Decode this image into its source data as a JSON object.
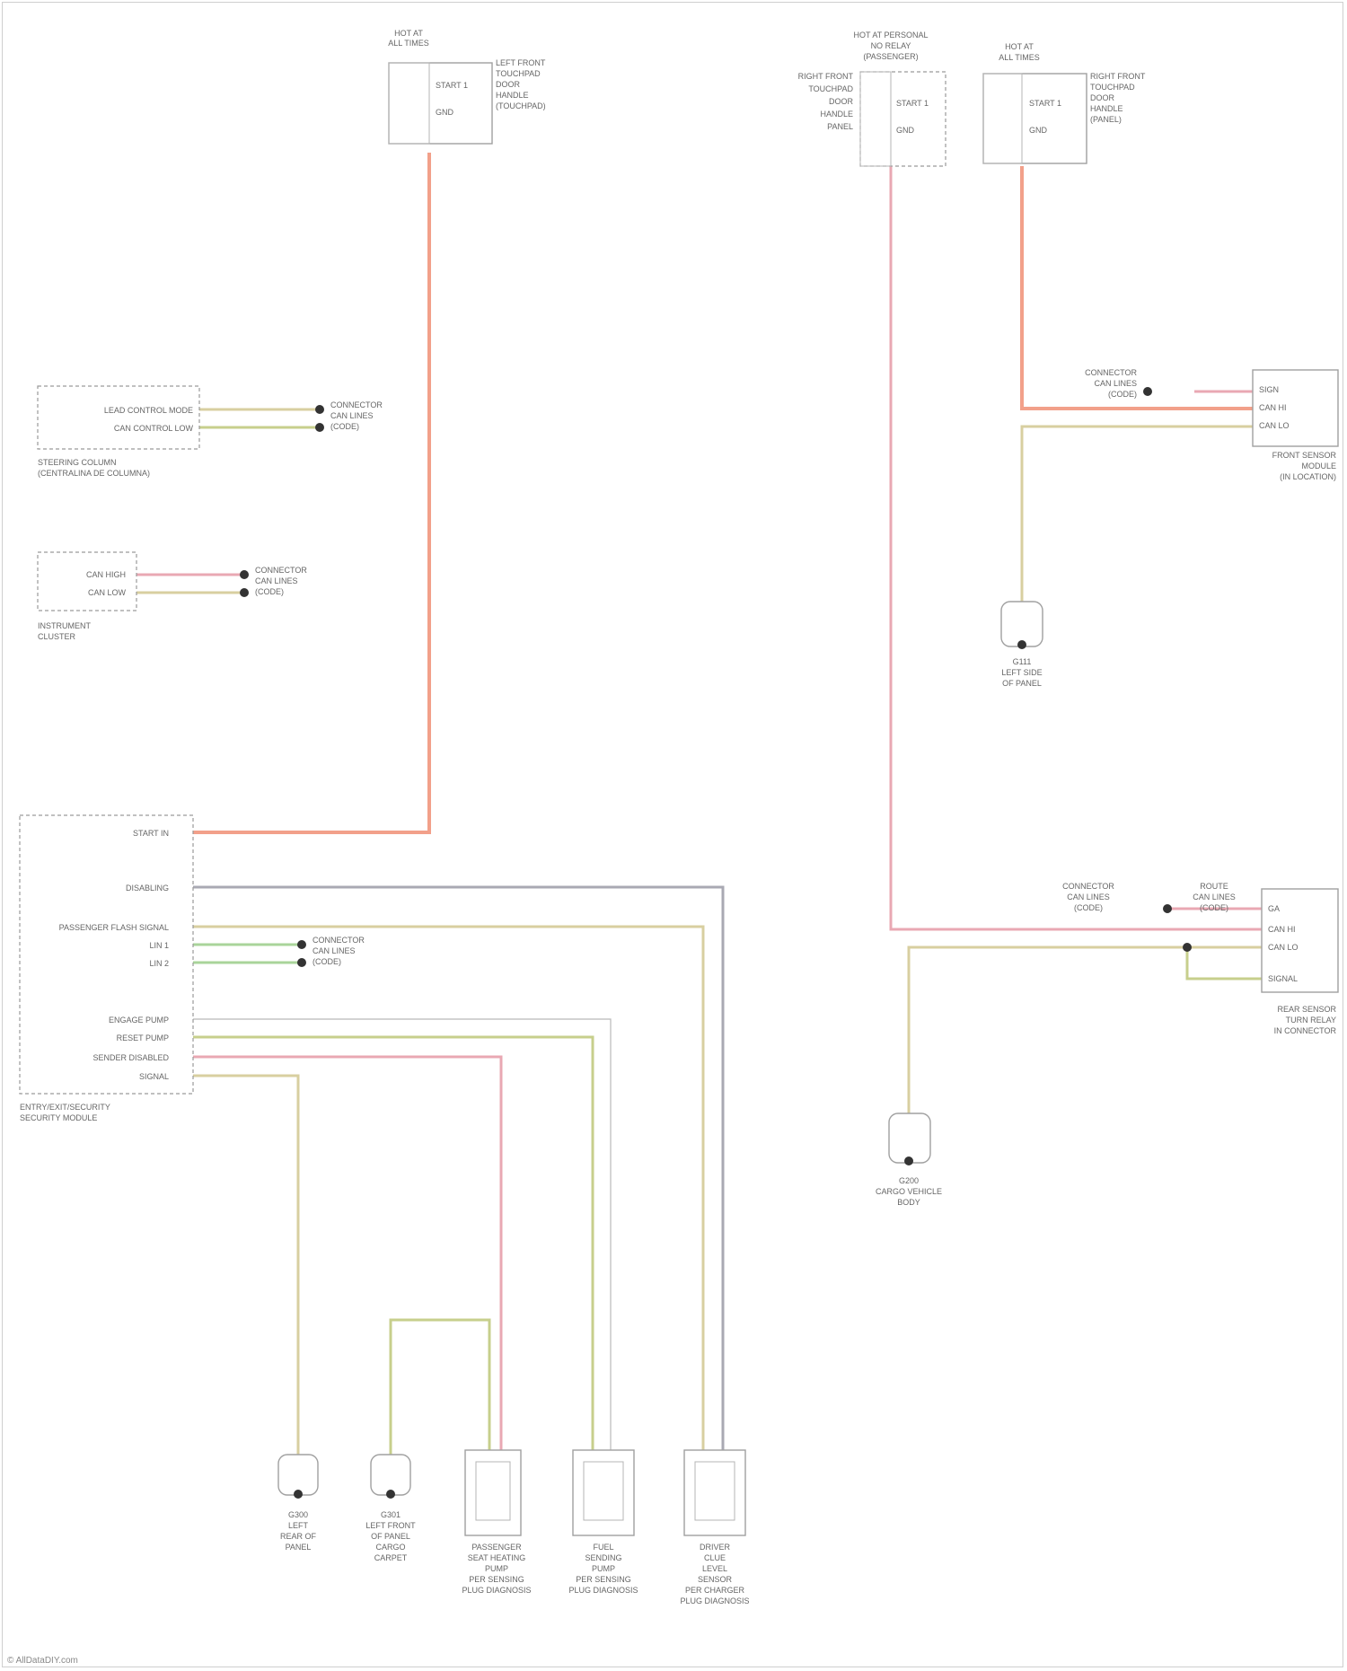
{
  "diagram": {
    "title": "",
    "watermark": "© AllDataDIY.com",
    "components": {
      "lf_door_handle": {
        "header": [
          "HOT AT",
          "ALL TIMES"
        ],
        "pins": [
          "START 1",
          "GND"
        ],
        "label": [
          "LEFT FRONT",
          "TOUCHPAD",
          "DOOR",
          "HANDLE",
          "(TOUCHPAD)"
        ]
      },
      "rf_door_handle_passenger": {
        "header": [
          "HOT AT PERSONAL",
          "NO RELAY",
          "(PASSENGER)"
        ],
        "side": [
          "RIGHT FRONT",
          "TOUCHPAD",
          "DOOR",
          "HANDLE",
          "PANEL"
        ],
        "pins": [
          "START 1",
          "GND"
        ]
      },
      "rf_door_handle": {
        "header": [
          "HOT AT",
          "ALL TIMES"
        ],
        "pins": [
          "START 1",
          "GND"
        ],
        "label": [
          "RIGHT FRONT",
          "TOUCHPAD",
          "DOOR",
          "HANDLE",
          "(PANEL)"
        ]
      },
      "steering_column": {
        "pins": [
          "LEAD CONTROL MODE",
          "CAN CONTROL LOW"
        ],
        "label": [
          "STEERING COLUMN",
          "(CENTRALINA DE COLUMNA)"
        ]
      },
      "instrument_cluster": {
        "pins": [
          "CAN HIGH",
          "CAN LOW"
        ],
        "label": [
          "INSTRUMENT",
          "CLUSTER"
        ]
      },
      "front_sensor": {
        "pins": [
          "SIGN",
          "CAN HI",
          "CAN LO"
        ],
        "label": [
          "FRONT SENSOR",
          "MODULE",
          "(IN LOCATION)"
        ]
      },
      "ground_g111": {
        "label": [
          "G111",
          "LEFT SIDE",
          "OF PANEL"
        ]
      },
      "entry_control_module": {
        "pins": [
          "START IN",
          "DISABLING",
          "PASSENGER FLASH SIGNAL",
          "LIN 1",
          "LIN 2",
          "ENGAGE PUMP",
          "RESET PUMP",
          "SENDER DISABLED",
          "SIGNAL"
        ],
        "label": [
          "ENTRY/EXIT/SECURITY",
          "SECURITY MODULE"
        ]
      },
      "rear_module": {
        "pins": [
          "GA",
          "CAN HI",
          "CAN LO",
          "SIGNAL"
        ],
        "label": [
          "REAR SENSOR",
          "TURN RELAY",
          "IN CONNECTOR"
        ]
      },
      "ground_g200": {
        "label": [
          "G200",
          "CARGO VEHICLE",
          "BODY"
        ]
      },
      "bottom_ground_1": {
        "label": [
          "G300",
          "LEFT",
          "REAR OF",
          "PANEL"
        ]
      },
      "bottom_ground_2": {
        "label": [
          "G301",
          "LEFT FRONT",
          "OF PANEL",
          "CARGO",
          "CARPET"
        ]
      },
      "bottom_module_1": {
        "label": [
          "PASSENGER",
          "SEAT HEATING",
          "PUMP",
          "PER SENSING",
          "PLUG DIAGNOSIS"
        ]
      },
      "bottom_module_2": {
        "label": [
          "FUEL",
          "SENDING",
          "PUMP",
          "PER SENSING",
          "PLUG DIAGNOSIS"
        ]
      },
      "bottom_module_3": {
        "label": [
          "DRIVER",
          "CLUE",
          "LEVEL",
          "SENSOR",
          "PER CHARGER",
          "PLUG DIAGNOSIS"
        ]
      }
    },
    "junctions": {
      "sc_junction": [
        "CONNECTOR",
        "CAN LINES",
        "(CODE)"
      ],
      "ic_junction": [
        "CONNECTOR",
        "CAN LINES",
        "(CODE)"
      ],
      "lin_junction": [
        "CONNECTOR",
        "CAN LINES",
        "(CODE)"
      ],
      "fs_junction": [
        "CONNECTOR",
        "CAN LINES",
        "(CODE)"
      ],
      "rm_junction": [
        "CONNECTOR",
        "CAN LINES",
        "(CODE)"
      ],
      "rm_junction2": [
        "ROUTE",
        "CAN LINES",
        "(CODE)"
      ]
    },
    "wire_colors": {
      "power": "#f2a08a",
      "can_high": "#e9a8b3",
      "can_low": "#d8cfa0",
      "lin": "#a9d49a",
      "signal": "#c7cf8c",
      "ground": "#a9a9b3"
    }
  }
}
